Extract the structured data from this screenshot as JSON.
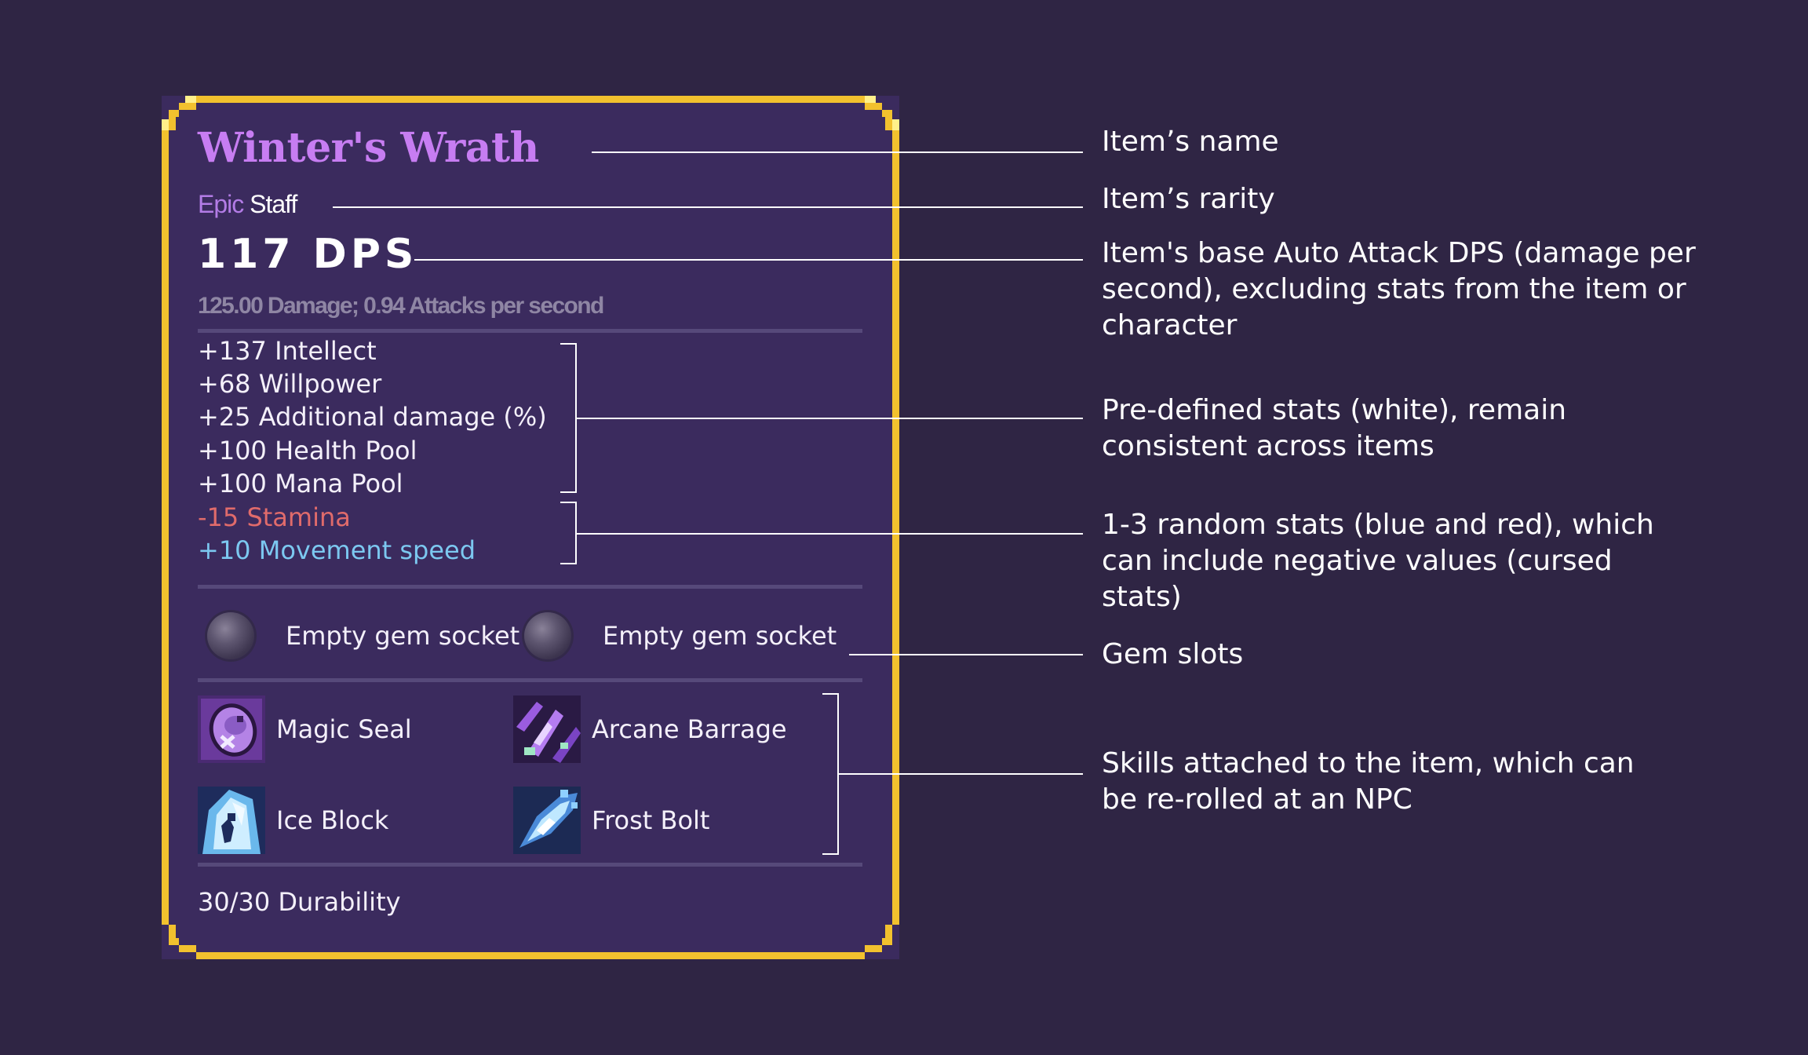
{
  "item": {
    "name": "Winter's Wrath",
    "rarity": "Epic",
    "type": "Staff",
    "dps": "117 DPS",
    "damage_detail": "125.00 Damage; 0.94 Attacks per second",
    "predefined_stats": [
      "+137 Intellect",
      "+68 Willpower",
      "+25 Additional damage (%)",
      "+100 Health Pool",
      "+100 Mana Pool"
    ],
    "random_stats": [
      {
        "text": "-15 Stamina",
        "kind": "negative"
      },
      {
        "text": "+10 Movement speed",
        "kind": "positive"
      }
    ],
    "gem_slots": [
      "Empty gem socket",
      "Empty gem socket"
    ],
    "skills": [
      {
        "name": "Magic Seal",
        "icon": "magic-seal-icon"
      },
      {
        "name": "Arcane Barrage",
        "icon": "arcane-barrage-icon"
      },
      {
        "name": "Ice Block",
        "icon": "ice-block-icon"
      },
      {
        "name": "Frost Bolt",
        "icon": "frost-bolt-icon"
      }
    ],
    "durability": "30/30 Durability"
  },
  "annotations": {
    "name": "Item’s name",
    "rarity": "Item’s rarity",
    "dps": "Item's base Auto Attack DPS (damage per\nsecond), excluding stats from the item or\ncharacter",
    "predefined": "Pre-defined stats (white), remain\nconsistent across items",
    "random": "1-3 random stats (blue and red), which\ncan include negative values (cursed\nstats)",
    "gems": "Gem slots",
    "skills": "Skills attached to the item, which can\nbe re-rolled at an NPC"
  },
  "colors": {
    "background": "#2f2544",
    "card": "#3b2b5e",
    "border_gold": "#f2c12e",
    "name_purple": "#c77df2",
    "negative_red": "#e06b6b",
    "positive_blue": "#7cc8f0"
  }
}
